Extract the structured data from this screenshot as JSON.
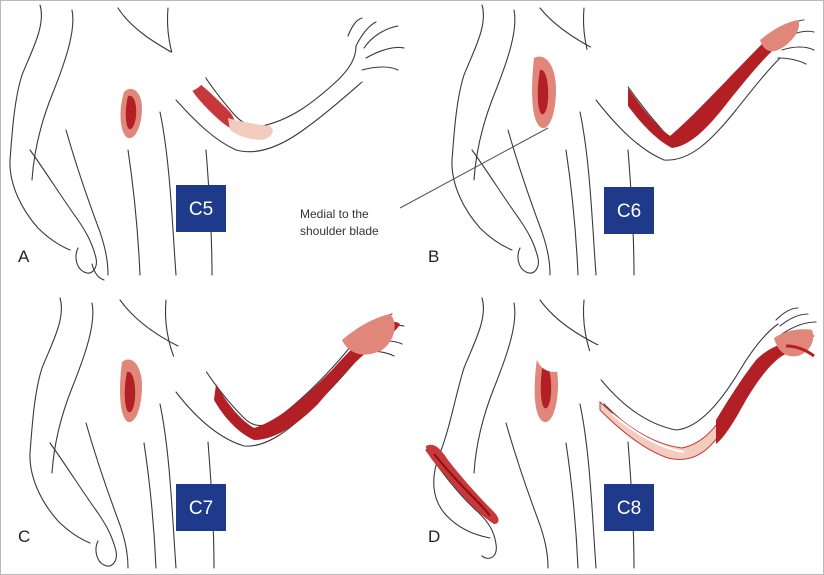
{
  "colors": {
    "deep_red": "#b21f24",
    "mid_red": "#c8373a",
    "light_red": "#e0867a",
    "pale": "#f2cdbf",
    "badge": "#1f3a8a",
    "outline": "#3a3a3a"
  },
  "panels": [
    {
      "letter": "A",
      "root": "C5"
    },
    {
      "letter": "B",
      "root": "C6"
    },
    {
      "letter": "C",
      "root": "C7"
    },
    {
      "letter": "D",
      "root": "C8"
    }
  ],
  "annotation": {
    "line1": "Medial to the",
    "line2": "shoulder blade"
  }
}
